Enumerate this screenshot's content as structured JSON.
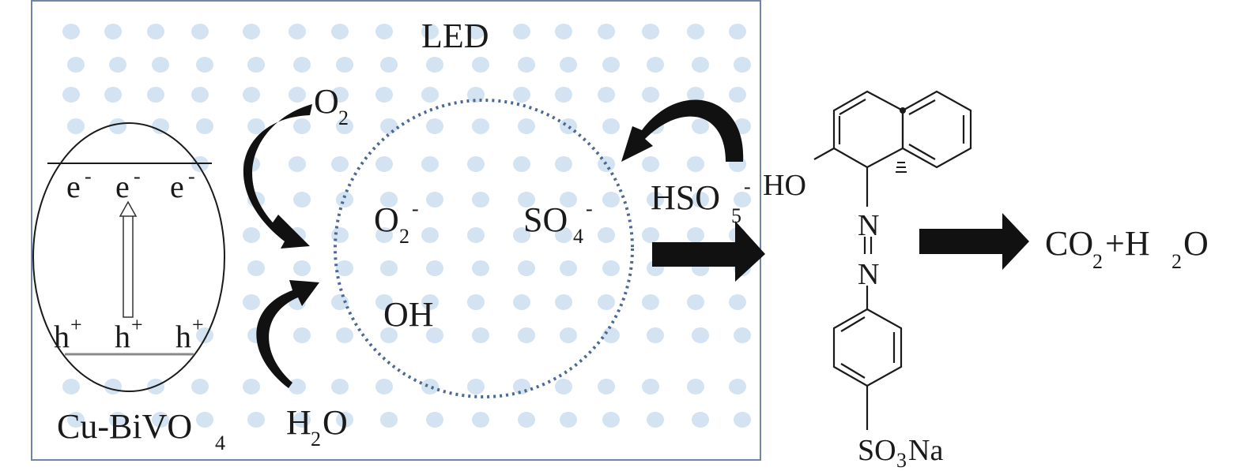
{
  "diagram": {
    "source_label": "LED",
    "catalyst": {
      "name_main": "Cu-BiVO",
      "name_sub": "4",
      "electron_base": "e",
      "electron_charge": "-",
      "hole_base": "h",
      "hole_charge": "+"
    },
    "inputs": {
      "oxygen_base": "O",
      "oxygen_sub": "2",
      "water_base1": "H",
      "water_sub": "2",
      "water_base2": "O",
      "pms_base": "HSO",
      "pms_sub": "5",
      "pms_charge": "-"
    },
    "radicals": {
      "superoxide_base": "O",
      "superoxide_sub": "2",
      "superoxide_charge": "-",
      "sulfate_base": "SO",
      "sulfate_sub": "4",
      "sulfate_charge": "-",
      "hydroxyl": "OH"
    },
    "molecule": {
      "hydroxyl_label": "HO",
      "azo_n1": "N",
      "azo_n2": "N",
      "sulfonate_label": "SO",
      "sulfonate_sub": "3",
      "sulfonate_tail": "Na"
    },
    "products": {
      "co2_base": "CO",
      "co2_sub": "2",
      "plus": "+H",
      "h2o_sub": "2",
      "h2o_tail": "O"
    },
    "colors": {
      "dot": "#d4e3f1",
      "frame": "#6f86a6",
      "dotted_circle": "#4a6a93",
      "arrow": "#111111",
      "text": "#1a1a1a"
    }
  }
}
